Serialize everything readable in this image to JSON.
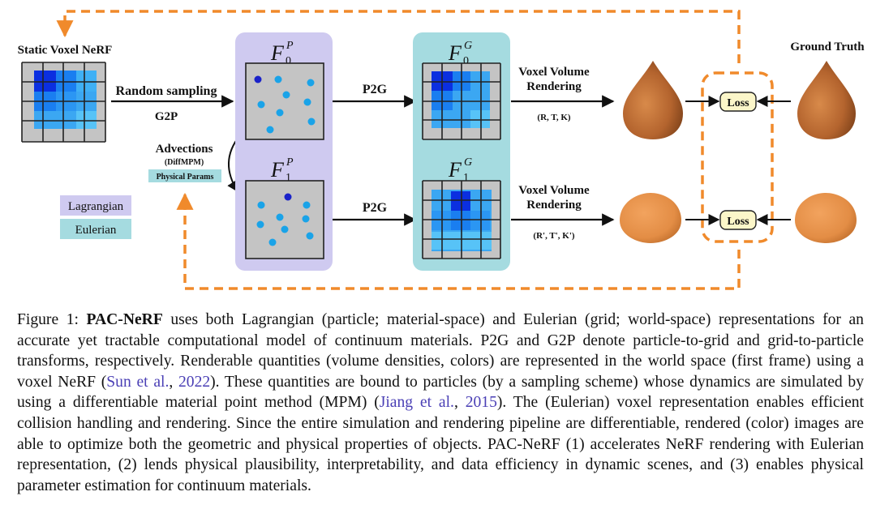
{
  "figure": {
    "static_nerf_label": "Static Voxel NeRF",
    "ground_truth_label": "Ground Truth",
    "random_sampling_label": "Random sampling",
    "g2p_label": "G2P",
    "p2g_label_top": "P2G",
    "p2g_label_bottom": "P2G",
    "advections_label": "Advections",
    "diffmpm_label": "(DiffMPM)",
    "physical_params_label": "Physical Params",
    "legend_lagrangian": "Lagrangian",
    "legend_eulerian": "Eulerian",
    "render_top_line1": "Voxel Volume",
    "render_top_line2": "Rendering",
    "render_top_params": "(R, T, K)",
    "render_bottom_line1": "Voxel Volume",
    "render_bottom_line2": "Rendering",
    "render_bottom_params": "(R', T', K')",
    "loss_top": "Loss",
    "loss_bottom": "Loss",
    "fp0_base": "F",
    "fp0_sup": "P",
    "fp0_sub": "0",
    "fp1_base": "F",
    "fp1_sup": "P",
    "fp1_sub": "1",
    "fg0_base": "F",
    "fg0_sup": "G",
    "fg0_sub": "0",
    "fg1_base": "F",
    "fg1_sup": "G",
    "fg1_sub": "1",
    "colors": {
      "lagrangian": "#cfcaf0",
      "eulerian": "#a5dbe0",
      "dashed_arrow": "#f08a2b",
      "particle": "#1aa3e8",
      "particle_dark": "#1a22c9",
      "loss_fill": "#fbf6c9",
      "grid_bg": "#c4c4c4"
    }
  },
  "caption": {
    "label": "Figure 1: ",
    "bold": "PAC-NeRF",
    "p1": " uses both Lagrangian (particle; material-space) and Eulerian (grid; world-space) representations for an accurate yet tractable computational model of continuum materials. P2G and G2P denote particle-to-grid and grid-to-particle transforms, respectively. Renderable quantities (volume densities, colors) are represented in the world space (first frame) using a voxel NeRF (",
    "cite1_a": "Sun et al.",
    "sep1": ", ",
    "cite1_b": "2022",
    "p2": "). These quantities are bound to particles (by a sampling scheme) whose dynamics are simulated by using a differentiable material point method (MPM) (",
    "cite2_a": "Jiang et al.",
    "sep2": ", ",
    "cite2_b": "2015",
    "p3": "). The (Eulerian) voxel representation enables efficient collision handling and rendering. Since the entire simulation and rendering pipeline are differentiable, rendered (color) images are able to optimize both the geometric and physical properties of objects. PAC-NeRF (1) accelerates NeRF rendering with Eulerian representation, (2) lends physical plausibility, interpretability, and data efficiency in dynamic scenes, and (3) enables physical parameter estimation for continuum materials."
  }
}
